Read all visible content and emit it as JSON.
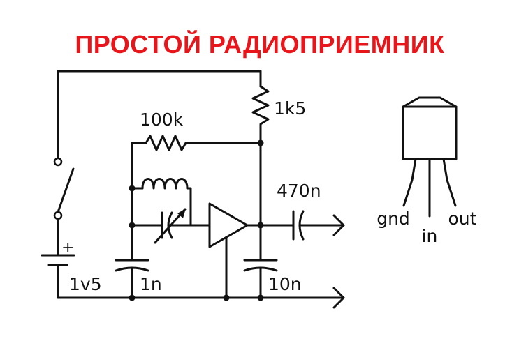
{
  "title": "ПРОСТОЙ РАДИОПРИЕМНИК",
  "components": {
    "resistor_feedback": "100k",
    "resistor_load": "1k5",
    "capacitor_output": "470n",
    "capacitor_tank": "1n",
    "capacitor_bypass": "10n",
    "battery": "1v5",
    "battery_polarity": "+"
  },
  "transistor_pins": {
    "gnd": "gnd",
    "in": "in",
    "out": "out"
  },
  "colors": {
    "title": "#e8161b",
    "wire": "#111111",
    "background": "#ffffff"
  }
}
